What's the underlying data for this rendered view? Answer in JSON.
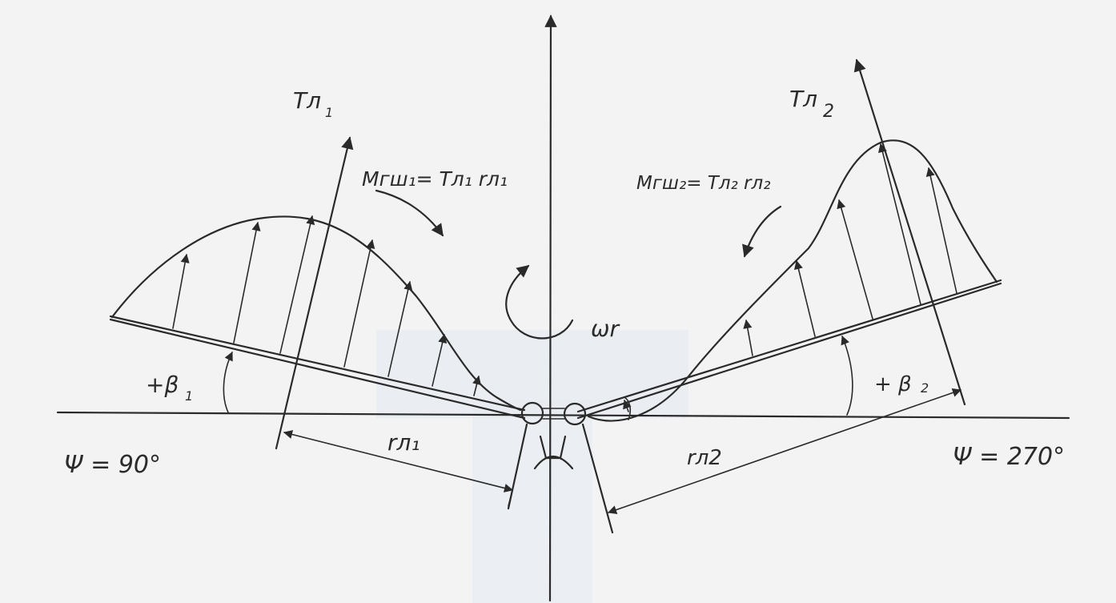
{
  "labels": {
    "tl1": "Тл",
    "tl1_sub": "1",
    "tl2": "Тл",
    "tl2_sub": "2",
    "moment1": "Мгш₁= Тл₁ rл₁",
    "moment2": "Мгш₂= Тл₂ rл₂",
    "omega": "ωr",
    "beta1": "+β",
    "beta1_sub": "1",
    "beta2": "+ β",
    "beta2_sub": "2",
    "psi_left": "Ψ = 90°",
    "psi_right": "Ψ = 270°",
    "r1": "rл₁",
    "r2": "rл2"
  },
  "colors": {
    "ink": "#2a2a2a",
    "paper": "#f3f3f3",
    "shadow": "#dfe6ee"
  }
}
